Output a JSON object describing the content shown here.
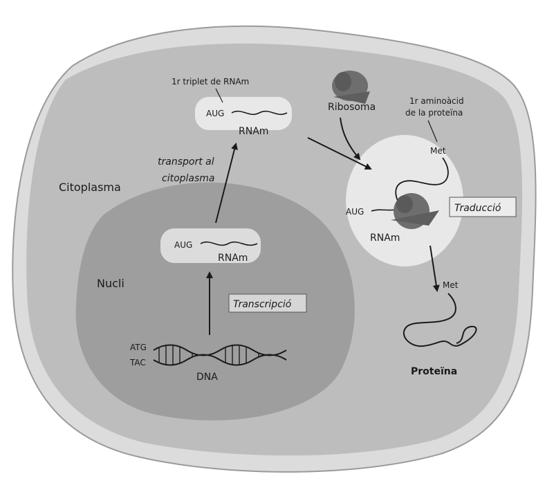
{
  "labels": {
    "cytoplasm": "Citoplasma",
    "nucleus": "Nucli",
    "ribosome": "Ribosoma",
    "first_triplet": "1r triplet de RNAm",
    "first_amino_line1": "1r aminoàcid",
    "first_amino_line2": "de la proteïna",
    "transport_line1": "transport al",
    "transport_line2": "citoplasma",
    "transcription": "Transcripció",
    "translation": "Traducció",
    "mrna_top": "RNAm",
    "mrna_nucleus": "RNAm",
    "mrna_translation": "RNAm",
    "aug_top": "AUG",
    "aug_nucleus": "AUG",
    "aug_translation": "AUG",
    "met_translation": "Met",
    "met_protein": "Met",
    "dna_strand_top": "ATG",
    "dna_strand_bottom": "TAC",
    "dna": "DNA",
    "protein": "Proteïna"
  },
  "colors": {
    "cell_outer": "#dcdcdc",
    "cytoplasm": "#bdbdbd",
    "nucleus": "#9e9e9e",
    "highlight": "#ececec",
    "ribosome": "#6e6e6e",
    "ink": "#1a1a1a"
  }
}
